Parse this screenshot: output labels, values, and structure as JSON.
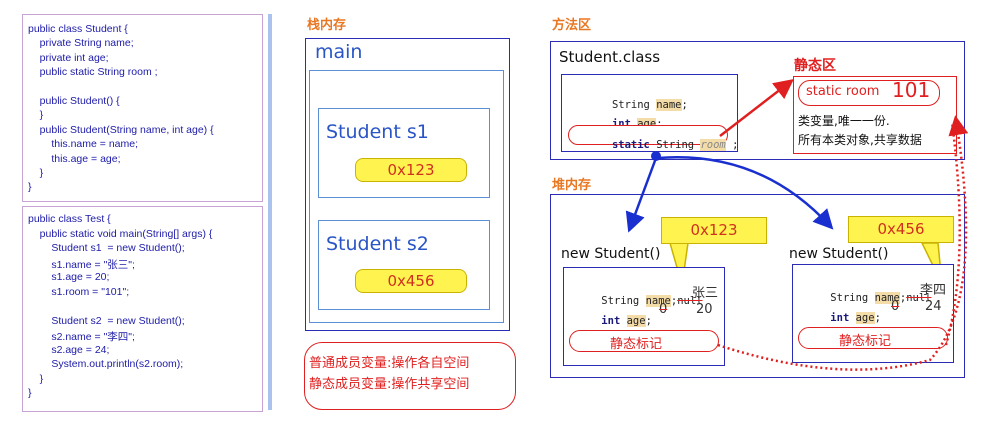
{
  "code_student": [
    "public class Student {",
    "    private String name;",
    "    private int age;",
    "    public static String room ;",
    "",
    "    public Student() {",
    "    }",
    "    public Student(String name, int age) {",
    "        this.name = name;",
    "        this.age = age;",
    "    }",
    "}"
  ],
  "code_test": [
    "public class Test {",
    "    public static void main(String[] args) {",
    "        Student s1  = new Student();",
    "        s1.name = \"张三\";",
    "        s1.age = 20;",
    "        s1.room = \"101\";",
    "",
    "        Student s2  = new Student();",
    "        s2.name = \"李四\";",
    "        s2.age = 24;",
    "        System.out.println(s2.room);",
    "    }",
    "}"
  ],
  "stack": {
    "heading": "栈内存",
    "frame": "main",
    "var1": "Student  s1",
    "addr1": "0x123",
    "var2": "Student  s2",
    "addr2": "0x456"
  },
  "note": {
    "line1": "普通成员变量:操作各自空间",
    "line2": "静态成员变量:操作共享空间"
  },
  "method_area": {
    "heading": "方法区",
    "class_name": "Student.class",
    "field1_type": "String",
    "field1_name": "name",
    "field2_type": "int",
    "field2_name": "age",
    "field3_static": "static",
    "field3_type": "String",
    "field3_name": "room",
    "static_heading": "静态区",
    "static_var": "static room",
    "static_value": "101",
    "static_desc1": "类变量,唯一一份.",
    "static_desc2": "所有本类对象,共享数据"
  },
  "heap": {
    "heading": "堆内存",
    "obj1": {
      "label": "new Student()",
      "addr": "0x123",
      "type1": "String",
      "field1": "name",
      "old1": "null",
      "val1": "张三",
      "type2": "int",
      "field2": "age",
      "old2": "0",
      "val2": "20",
      "tag": "静态标记"
    },
    "obj2": {
      "label": "new Student()",
      "addr": "0x456",
      "type1": "String",
      "field1": "name",
      "old1": "null",
      "val1": "李四",
      "type2": "int",
      "field2": "age",
      "old2": "0",
      "val2": "24",
      "tag": "静态标记"
    }
  },
  "colors": {
    "code_text": "#1d1ba8",
    "heading": "#e87722",
    "box_border": "#2b2bb5",
    "arrow_blue": "#1a2fd0",
    "arrow_red": "#e02020",
    "address_fill": "#fff44f",
    "address_text": "#d0301e"
  }
}
